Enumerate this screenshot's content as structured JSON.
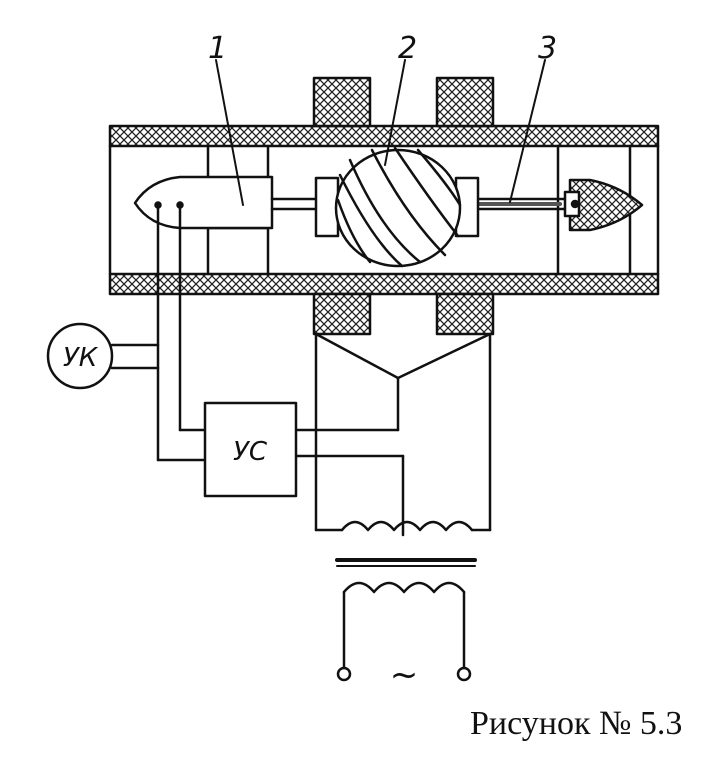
{
  "labels": {
    "part1": "1",
    "part2": "2",
    "part3": "3",
    "uk": "УК",
    "us": "УС",
    "ac": "~"
  },
  "caption": "Рисунок № 5.3"
}
